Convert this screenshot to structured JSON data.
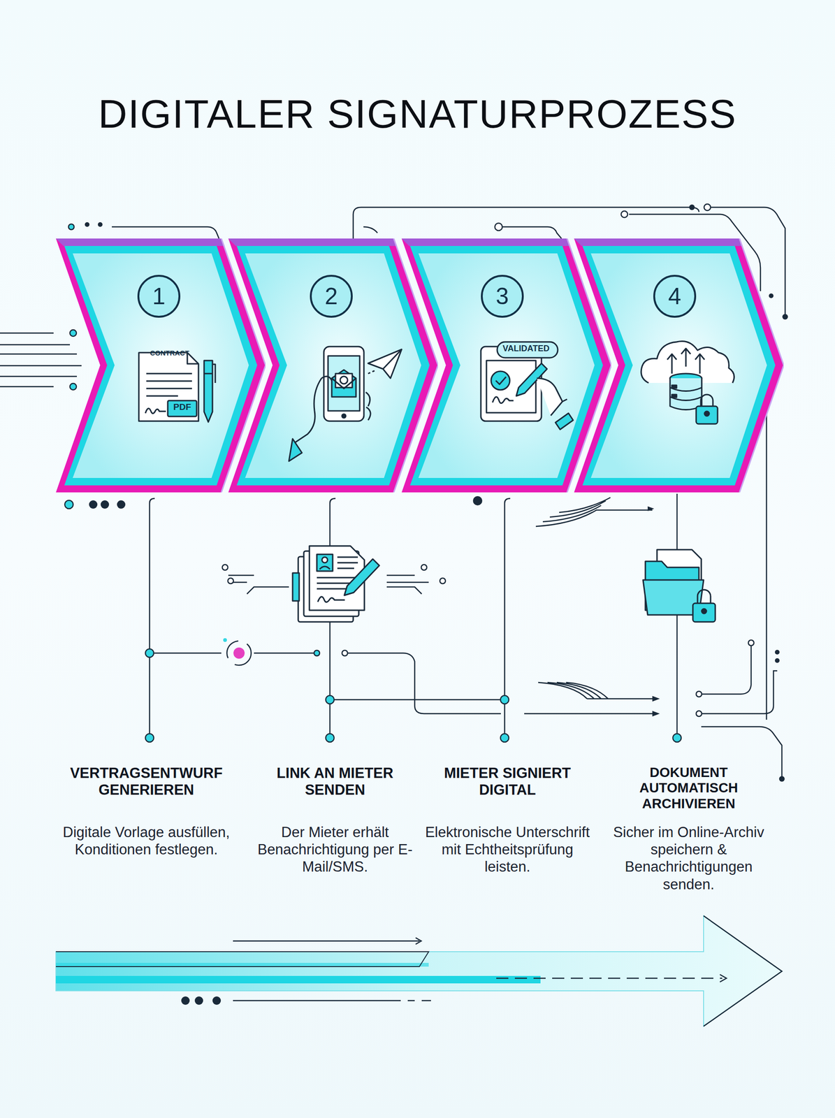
{
  "diagram": {
    "title": "DIGITALER SIGNATURPROZESS",
    "nodes": [
      {
        "text": [
          "1"
        ]
      },
      {
        "text": [
          "2"
        ]
      },
      {
        "text": [
          "3"
        ]
      },
      {
        "text": [
          "4"
        ]
      }
    ],
    "labels": [
      "CONTRACT",
      "PDF",
      "VALIDATED",
      "VERTRAGSENTWURF GENERIEREN",
      "Digitale Vorlage ausfüllen, Konditionen festlegen.",
      "LINK AN MIETER SENDEN",
      "Der Mieter erhält Benachrichtigung per E-Mail/SMS.",
      "MIETER SIGNIERT DIGITAL",
      "Elektronische Unterschrift mit Echtheitsprüfung leisten.",
      "DOKUMENT AUTOMATISCH ARCHIVIEREN",
      "Sicher im Online-Archiv speichern & Benachrichtigungen senden."
    ]
  }
}
